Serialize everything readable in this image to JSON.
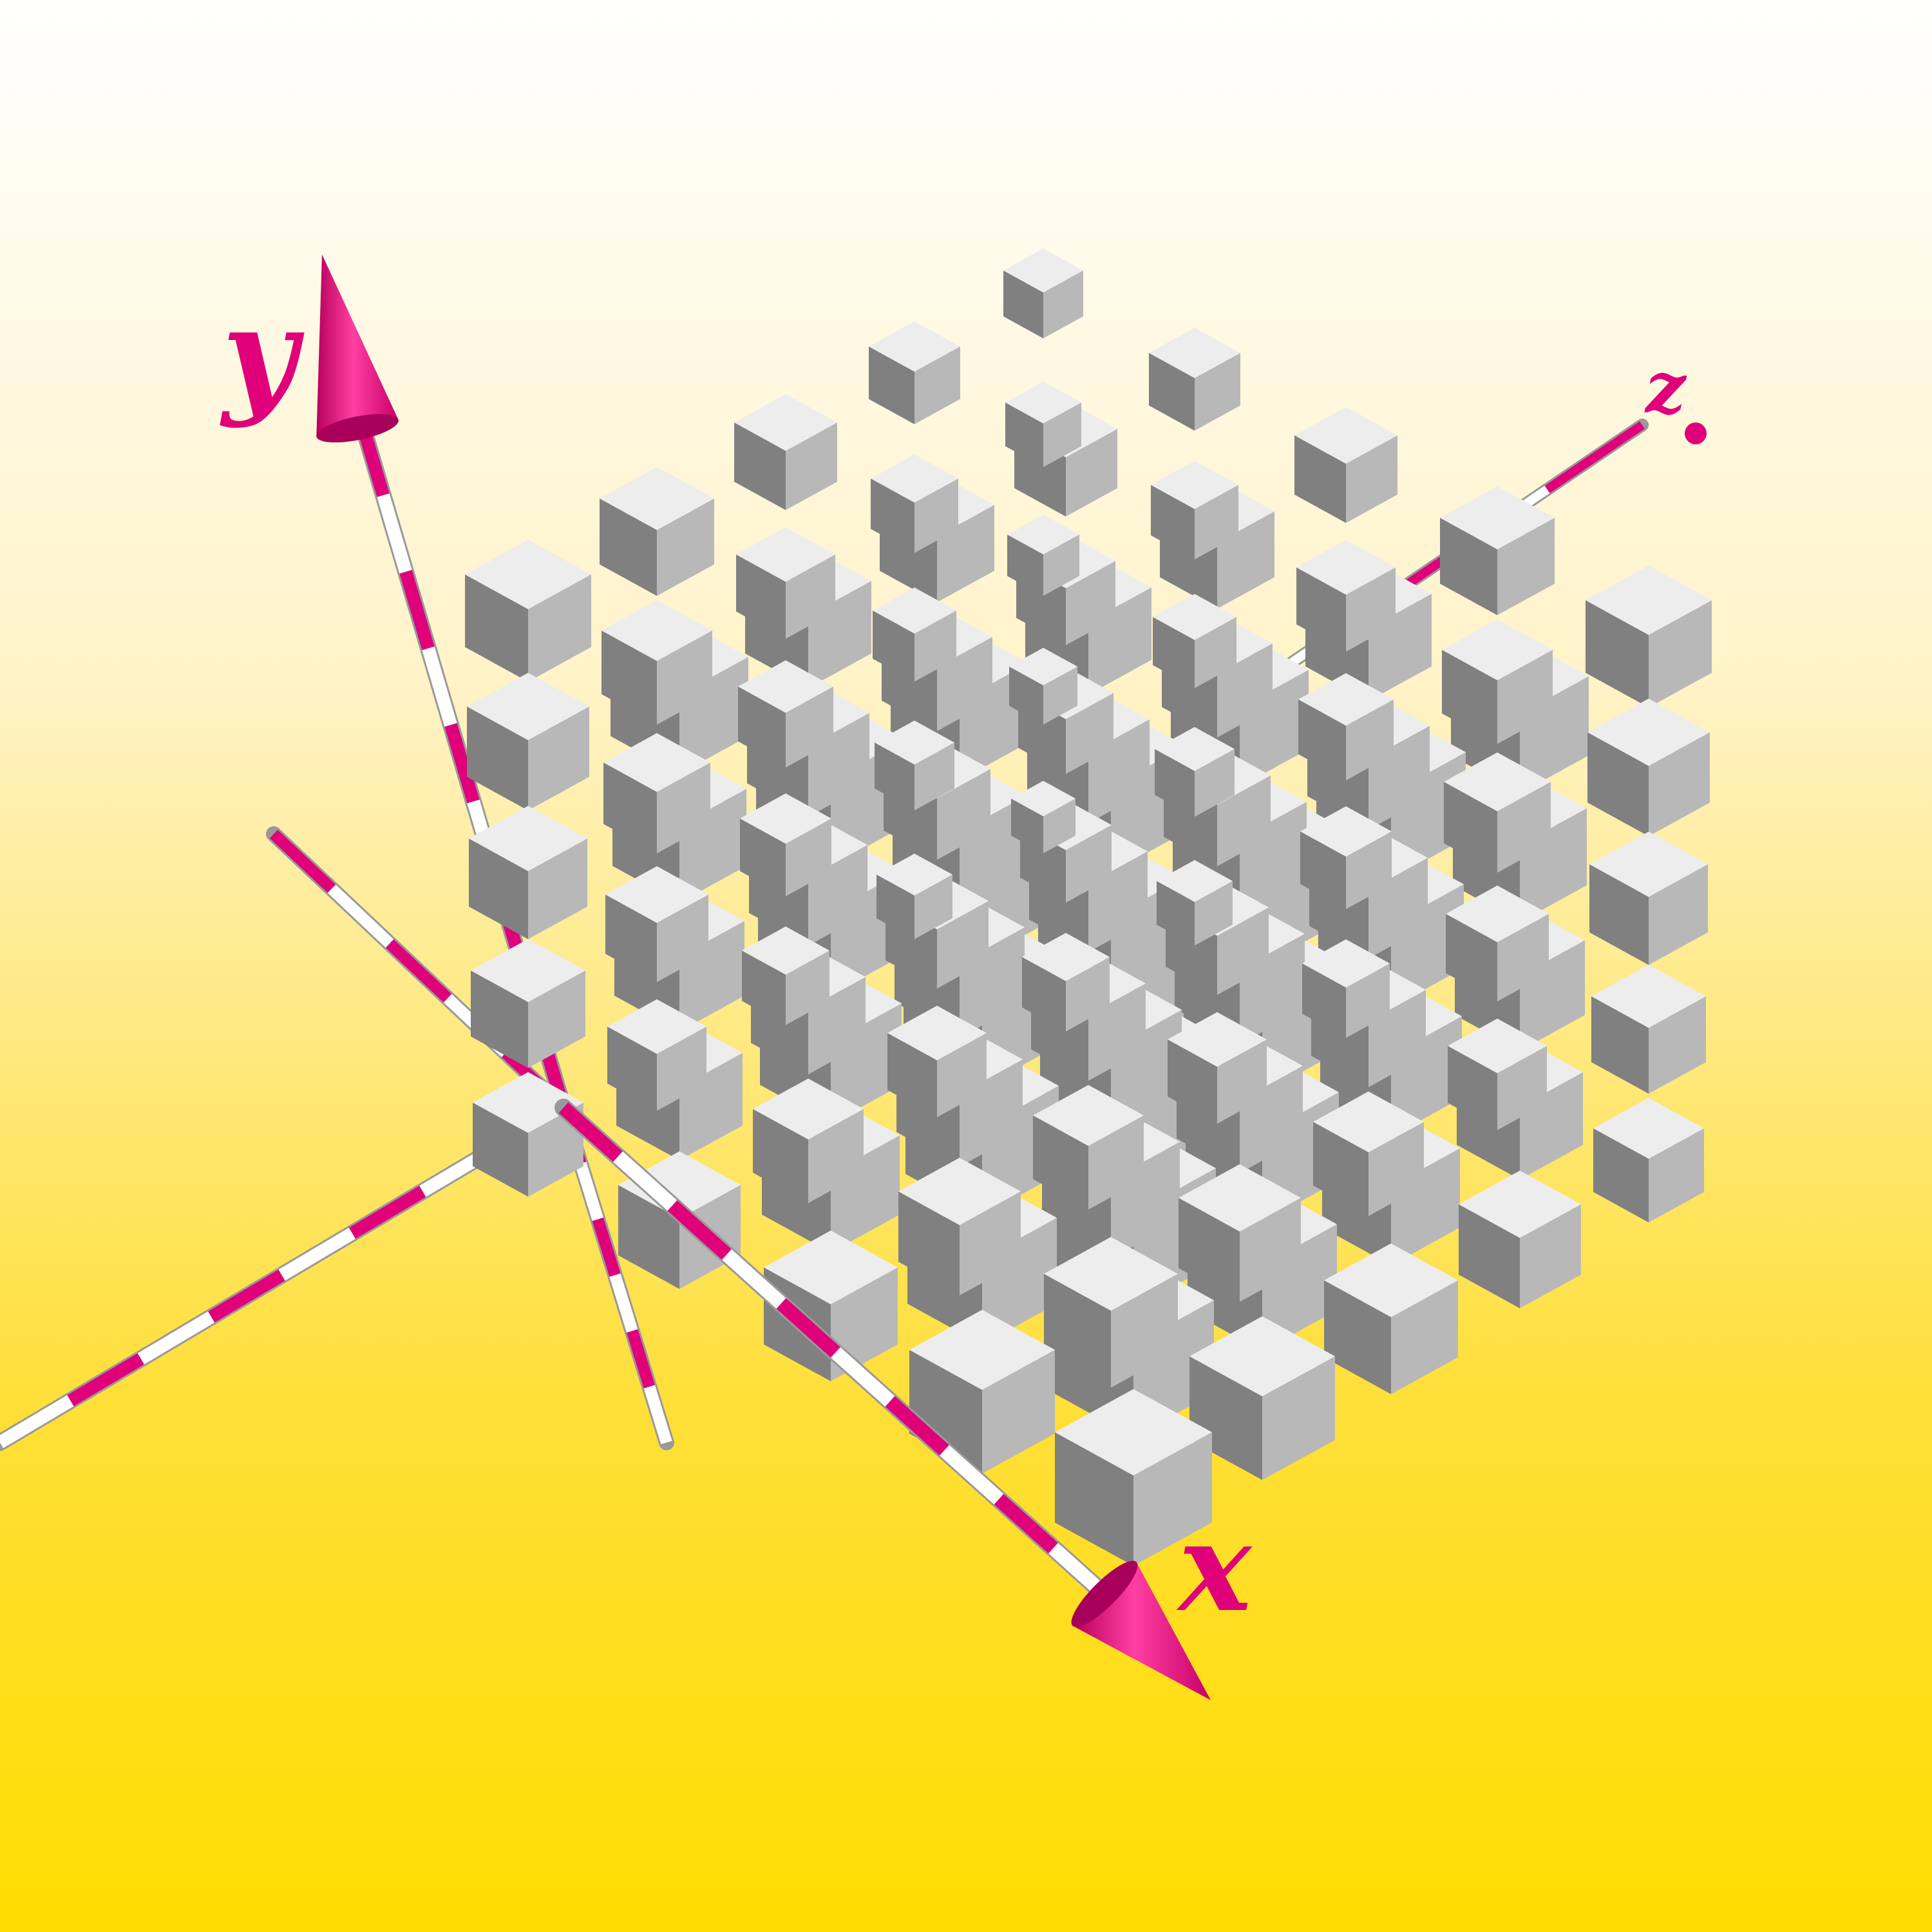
{
  "scene": {
    "description_kind": "3d-illustration",
    "background": {
      "top_color": "#FFFFFF",
      "bottom_color": "#FFDD00"
    },
    "axes": [
      {
        "id": "x",
        "label": "x",
        "color": "#E0007A",
        "stripe_color": "#FFFFFF"
      },
      {
        "id": "y",
        "label": "y",
        "color": "#E0007A",
        "stripe_color": "#FFFFFF"
      },
      {
        "id": "z",
        "label": "z",
        "color": "#E0007A",
        "stripe_color": "#FFFFFF"
      }
    ],
    "cube_grid": {
      "layers": 5,
      "columns": 5,
      "rows": 5,
      "face_colors": {
        "top": "#EDEDED",
        "left": "#808080",
        "right": "#B8B8B8",
        "shadow": "#3E3E3E"
      }
    }
  }
}
